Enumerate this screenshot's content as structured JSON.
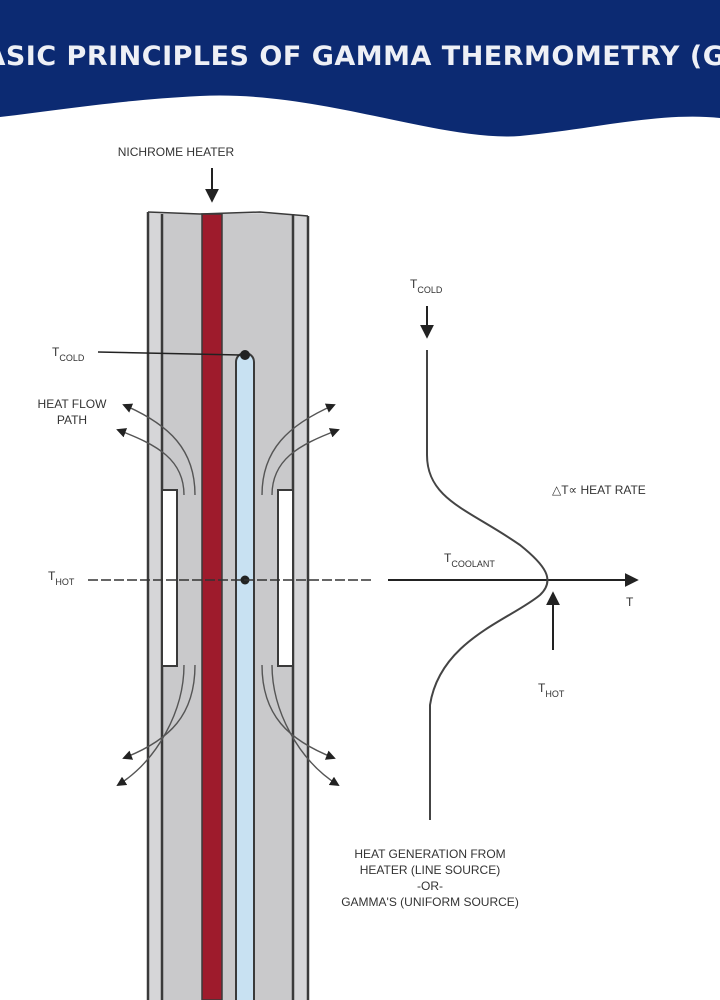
{
  "title": "BASIC PRINCIPLES OF GAMMA THERMOMETRY (GT)",
  "colors": {
    "header": "#0c2a72",
    "heater": "#9e1b2c",
    "thermocouple": "#c8e1f2",
    "body": "#c9c9cb",
    "wall": "#3a3a3a"
  },
  "labels": {
    "nichrome_heater": "NICHROME HEATER",
    "t_cold_left": {
      "main": "T",
      "sub": "COLD"
    },
    "heat_flow_1": "HEAT FLOW",
    "heat_flow_2": "PATH",
    "t_hot_left": {
      "main": "T",
      "sub": "HOT"
    },
    "t_cold_right": {
      "main": "T",
      "sub": "COLD"
    },
    "delta_t": "△T∝ HEAT RATE",
    "t_coolant": {
      "main": "T",
      "sub": "COOLANT"
    },
    "axis_t": "T",
    "t_hot_right": {
      "main": "T",
      "sub": "HOT"
    },
    "heat_gen": [
      "HEAT GENERATION FROM",
      "HEATER (LINE SOURCE)",
      "-OR-",
      "GAMMA'S (UNIFORM SOURCE)"
    ]
  }
}
